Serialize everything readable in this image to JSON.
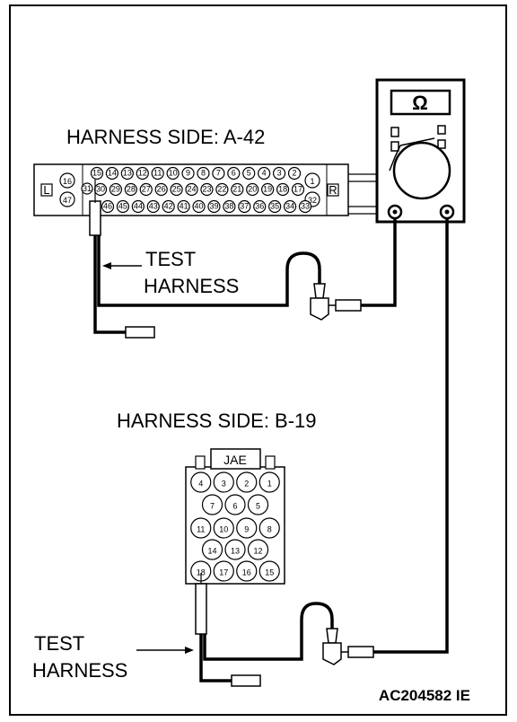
{
  "labels": {
    "harness_a42": "HARNESS SIDE: A-42",
    "harness_b19": "HARNESS SIDE: B-19",
    "test_harness_top_line1": "TEST",
    "test_harness_top_line2": "HARNESS",
    "test_harness_bottom_line1": "TEST",
    "test_harness_bottom_line2": "HARNESS",
    "figure_ref": "AC204582 IE"
  },
  "multimeter": {
    "symbol": "Ω"
  },
  "connector_a42": {
    "left_tag": "L",
    "right_tag": "R",
    "left_pins": [
      "16",
      "31",
      "47"
    ],
    "right_pins": [
      "1",
      "32"
    ],
    "row1": [
      "15",
      "14",
      "13",
      "12",
      "11",
      "10",
      "9",
      "8",
      "7",
      "6",
      "5",
      "4",
      "3",
      "2"
    ],
    "row2": [
      "30",
      "29",
      "28",
      "27",
      "26",
      "25",
      "24",
      "23",
      "22",
      "21",
      "20",
      "19",
      "18",
      "17"
    ],
    "row3": [
      "46",
      "45",
      "44",
      "43",
      "42",
      "41",
      "40",
      "39",
      "38",
      "37",
      "36",
      "35",
      "34",
      "33"
    ]
  },
  "connector_b19": {
    "tag": "JAE",
    "rows": [
      [
        "4",
        "3",
        "2",
        "1"
      ],
      [
        "7",
        "6",
        "5"
      ],
      [
        "11",
        "10",
        "9",
        "8"
      ],
      [
        "14",
        "13",
        "12"
      ],
      [
        "18",
        "17",
        "16",
        "15"
      ]
    ]
  }
}
